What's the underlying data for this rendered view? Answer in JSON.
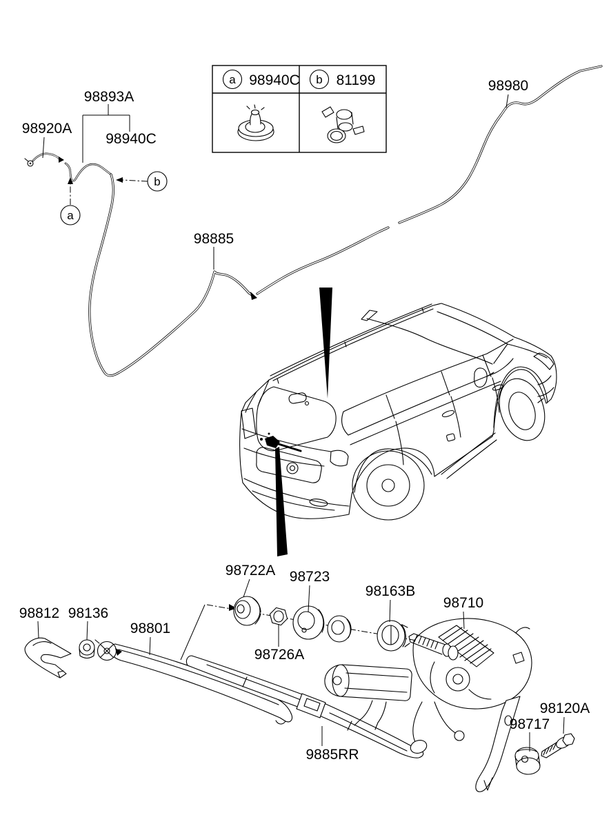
{
  "colors": {
    "ink": "#000000",
    "paper": "#ffffff"
  },
  "legend": {
    "a_callout": "a",
    "a_part": "98940C",
    "a_icon": "grommet-icon",
    "b_callout": "b",
    "b_part": "81199",
    "b_icon": "screw-clip-icon"
  },
  "callouts": {
    "a": "a",
    "b": "b"
  },
  "labels": {
    "hose_nozzle": "98920A",
    "nozzle_assembly": "98893A",
    "grommet": "98940C",
    "hose_front": "98980",
    "hose_rear": "98885",
    "pivot_cap": "98722A",
    "pivot_washer": "98723",
    "pivot_grommet": "98163B",
    "rear_wiper_motor": "98710",
    "arm_head_cover": "98812",
    "arm_nut": "98136",
    "wiper_arm": "98801",
    "pivot_nut": "98726A",
    "wiper_blade": "9885RR",
    "bracket_grommet": "98717",
    "mounting_bolt": "98120A"
  }
}
